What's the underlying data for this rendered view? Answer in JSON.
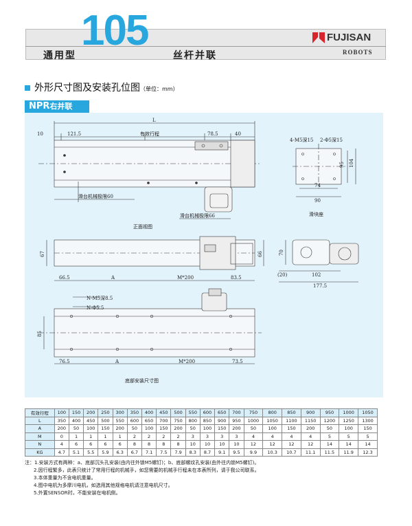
{
  "header": {
    "left_title": "通用型",
    "model_number": "105",
    "right_title": "丝杆并联",
    "brand": "FUJISAN",
    "brand_sub": "ROBOTS"
  },
  "section": {
    "title": "外形尺寸图及安装孔位图",
    "unit": "（单位：mm）"
  },
  "variant": {
    "code": "NPR",
    "name": "右并联"
  },
  "drawing": {
    "front_view": {
      "label": "正面视图",
      "dim_L": "L",
      "dim_10": "10",
      "dim_121_5": "121.5",
      "dim_stroke": "有效行程",
      "dim_78_5": "78.5",
      "dim_40": "40",
      "limit_left": "滑台机械极限60",
      "limit_right": "滑台机械极限66"
    },
    "slider_seat": {
      "label": "滑块座",
      "m5": "4-M5深15",
      "hole": "2-Φ5深15",
      "dim_95": "95",
      "dim_104": "104",
      "dim_74": "74",
      "dim_90": "90"
    },
    "top_view": {
      "dim_67": "67",
      "dim_66": "66"
    },
    "end_view": {
      "dim_70": "70",
      "dim_20": "(20)",
      "dim_102": "102",
      "dim_177_5": "177.5"
    },
    "bottom_view": {
      "label": "底部安装尺寸图",
      "dim_66_5": "66.5",
      "dim_A_top": "A",
      "dim_M200_top": "M*200",
      "dim_83_5": "83.5",
      "n_m5": "N-M5深8.5",
      "n_hole": "N-Φ5.5",
      "dim_85": "85",
      "dim_76_5": "76.5",
      "dim_A_bot": "A",
      "dim_M200_bot": "M*200",
      "dim_73_5": "73.5"
    }
  },
  "spec_table": {
    "rows": [
      {
        "label": "有效行程",
        "values": [
          "100",
          "150",
          "200",
          "250",
          "300",
          "350",
          "400",
          "450",
          "500",
          "550",
          "600",
          "650",
          "700",
          "750",
          "800",
          "850",
          "900",
          "950",
          "1000",
          "1050"
        ]
      },
      {
        "label": "L",
        "values": [
          "350",
          "400",
          "450",
          "500",
          "550",
          "600",
          "650",
          "700",
          "750",
          "800",
          "850",
          "900",
          "950",
          "1000",
          "1050",
          "1100",
          "1150",
          "1200",
          "1250",
          "1300"
        ]
      },
      {
        "label": "A",
        "values": [
          "200",
          "50",
          "100",
          "150",
          "200",
          "50",
          "100",
          "150",
          "200",
          "50",
          "100",
          "150",
          "200",
          "50",
          "100",
          "150",
          "200",
          "50",
          "100",
          "150"
        ]
      },
      {
        "label": "M",
        "values": [
          "0",
          "1",
          "1",
          "1",
          "1",
          "2",
          "2",
          "2",
          "2",
          "3",
          "3",
          "3",
          "3",
          "4",
          "4",
          "4",
          "4",
          "5",
          "5",
          "5"
        ]
      },
      {
        "label": "N",
        "values": [
          "4",
          "6",
          "6",
          "6",
          "6",
          "8",
          "8",
          "8",
          "8",
          "10",
          "10",
          "10",
          "10",
          "12",
          "12",
          "12",
          "12",
          "14",
          "14",
          "14"
        ]
      },
      {
        "label": "KG",
        "values": [
          "4.7",
          "5.1",
          "5.5",
          "5.9",
          "6.3",
          "6.7",
          "7.1",
          "7.5",
          "7.9",
          "8.3",
          "8.7",
          "9.1",
          "9.5",
          "9.9",
          "10.3",
          "10.7",
          "11.1",
          "11.5",
          "11.9",
          "12.3"
        ]
      }
    ]
  },
  "notes": [
    "注：1.安装方式有两种：a、底部沉头孔安装(由内往外锁M5螺钉)；b、底部螺纹孔安装(由外往内锁M5螺钉)。",
    "2.因行程繁多，此表只统计了常用行程的机械手，如您需要的机械手行程未在本表所列，请于我公司联系。",
    "3.本体重量为不含电机重量。",
    "4.图中电机为多摩川电机，如选用其他规格电机请注意电机尺寸。",
    "5.外置SENSOR时，不能安装在电机侧。"
  ],
  "colors": {
    "accent": "#27a7dd",
    "drawing_bg": "#e3f3fb",
    "logo_red": "#d9232d"
  }
}
